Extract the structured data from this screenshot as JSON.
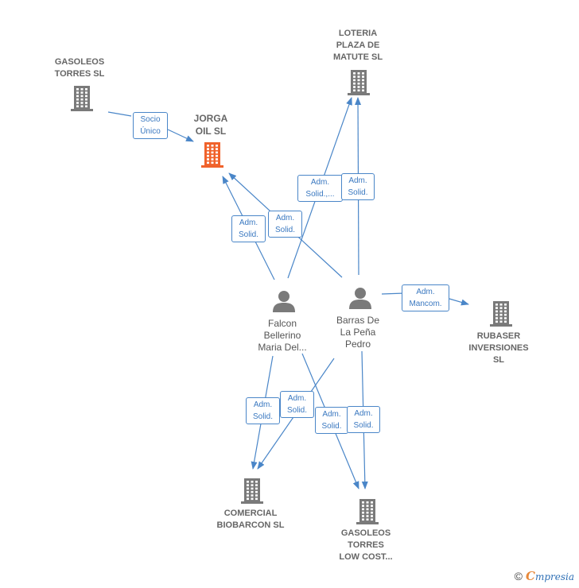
{
  "colors": {
    "edge": "#4a86c8",
    "company_icon": "#7a7a7a",
    "main_icon": "#f0622b",
    "person_icon": "#7a7a7a"
  },
  "nodes": {
    "gasoleos_torres": {
      "label": "GASOLEOS\nTORRES  SL",
      "icon": "building-icon"
    },
    "jorga_oil": {
      "label": "JORGA\nOIL  SL",
      "icon": "building-icon"
    },
    "loteria": {
      "label": "LOTERIA\nPLAZA DE\nMATUTE  SL",
      "icon": "building-icon"
    },
    "falcon": {
      "label": "Falcon\nBellerino\nMaria Del...",
      "icon": "person-icon"
    },
    "barras": {
      "label": "Barras De\nLa Peña\nPedro",
      "icon": "person-icon"
    },
    "rubaser": {
      "label": "RUBASER\nINVERSIONES\nSL",
      "icon": "building-icon"
    },
    "comercial": {
      "label": "COMERCIAL\nBIOBARCON SL",
      "icon": "building-icon"
    },
    "gasoleos_low": {
      "label": "GASOLEOS\nTORRES\nLOW COST...",
      "icon": "building-icon"
    }
  },
  "badges": {
    "b1": "Socio\nÚnico",
    "b2": "Adm.\nSolid.,...",
    "b3": "Adm.\nSolid.",
    "b4": "Adm.\nSolid.",
    "b5": "Adm.\nSolid.",
    "b6": "Adm.\nMancom.",
    "b7": "Adm.\nSolid.",
    "b8": "Adm.\nSolid.",
    "b9": "Adm.\nSolid.",
    "b10": "Adm.\nSolid."
  },
  "footer": {
    "copyright": "©",
    "brand_first": "C",
    "brand_rest": "mpresia"
  }
}
